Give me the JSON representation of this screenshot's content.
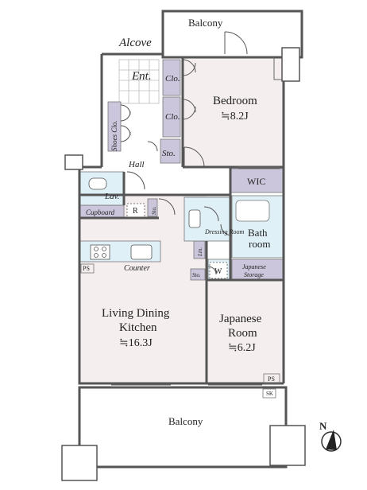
{
  "floorplan": {
    "rooms": {
      "balcony_top": "Balcony",
      "alcove": "Alcove",
      "entrance": "Ent.",
      "closet_1": "Clo.",
      "closet_2": "Clo.",
      "bedroom": "Bedroom",
      "bedroom_size": "≒8.2J",
      "shoes_closet": "Shoes Clo.",
      "storage_hall": "Sto.",
      "hall": "Hall",
      "wic": "WIC",
      "lavatory": "Lav.",
      "cupboard": "Cupboard",
      "refrigerator": "R",
      "storage_small": "Sto.",
      "dressing_room": "Dressing Room",
      "bath_room_1": "Bath",
      "bath_room_2": "room",
      "linen": "Lin.",
      "ps_1": "PS",
      "counter": "Counter",
      "washer": "W",
      "storage_wash": "Sto.",
      "japanese_storage_1": "Japanese",
      "japanese_storage_2": "Storage",
      "ldk_1": "Living Dining",
      "ldk_2": "Kitchen",
      "ldk_size": "≒16.3J",
      "japanese_room_1": "Japanese",
      "japanese_room_2": "Room",
      "japanese_room_size": "≒6.2J",
      "ps_2": "PS",
      "sk": "SK",
      "balcony_bottom": "Balcony"
    },
    "compass": "N",
    "colors": {
      "room_fill": "#f4eeee",
      "storage_fill": "#ccc6dc",
      "bath_fill": "#dff0f7",
      "floor_white": "#ffffff"
    }
  }
}
